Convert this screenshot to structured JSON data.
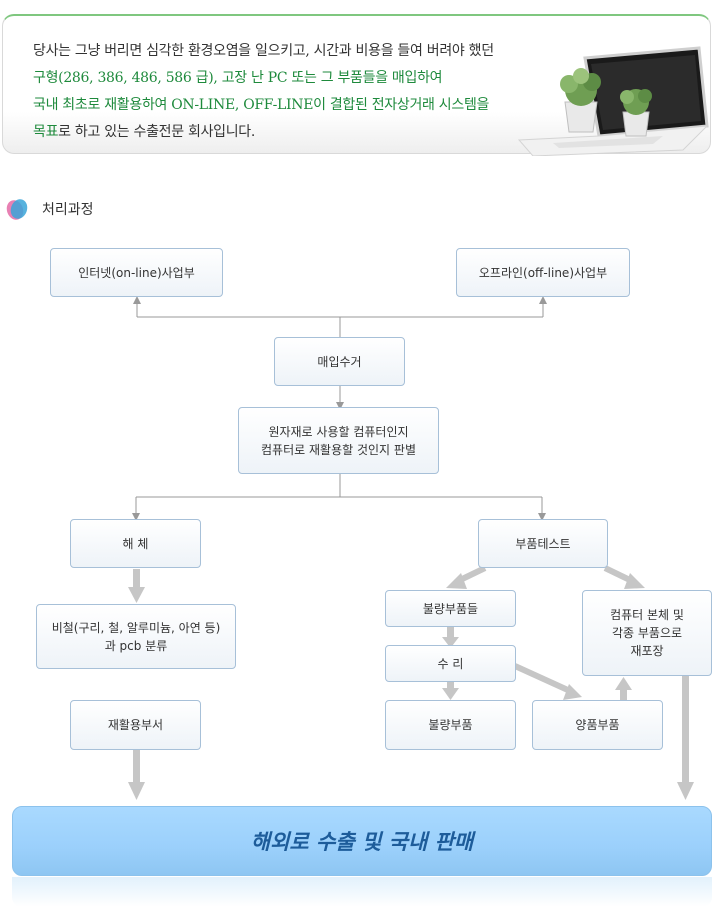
{
  "intro": {
    "lines": [
      {
        "text": "당사는 그냥 버리면 심각한 환경오염을 일으키고, 시간과 비용을 들여 버려야 했던",
        "highlight": false
      },
      {
        "text": "구형(286, 386, 486, 586 급), 고장 난 PC 또는 그 부품들을 매입하여",
        "highlight": true
      },
      {
        "text": "국내 최초로 재활용하여 ON-LINE, OFF-LINE이 결합된 전자상거래 시스템을",
        "highlight": true
      }
    ],
    "last_line_highlight": "목표",
    "last_line_rest": "로 하고 있는 수출전문 회사입니다."
  },
  "section": {
    "title": "처리과정"
  },
  "flow": {
    "online": "인터넷(on-line)사업부",
    "offline": "오프라인(off-line)사업부",
    "collect": "매입수거",
    "judge_line1": "원자재로 사용할 컴퓨터인지",
    "judge_line2": "컴퓨터로 재활용할 것인지 판별",
    "dismantle": "해 체",
    "part_test": "부품테스트",
    "sort_line1": "비철(구리, 철, 알루미늄, 아연 등)",
    "sort_line2": "과 pcb 분류",
    "defective_parts": "불량부품들",
    "repack_line1": "컴퓨터 본체 및",
    "repack_line2": "각종 부품으로",
    "repack_line3": "재포장",
    "repair": "수 리",
    "recycle_dept": "재활용부서",
    "defective": "불량부품",
    "good": "양품부품"
  },
  "banner": {
    "text": "해외로 수출 및 국내 판매"
  },
  "colors": {
    "accent_green": "#1e8a3c",
    "box_border": "#a7c0d8",
    "banner_blue": "#9bd0fb",
    "arrow_gray": "#c6c6c6"
  }
}
